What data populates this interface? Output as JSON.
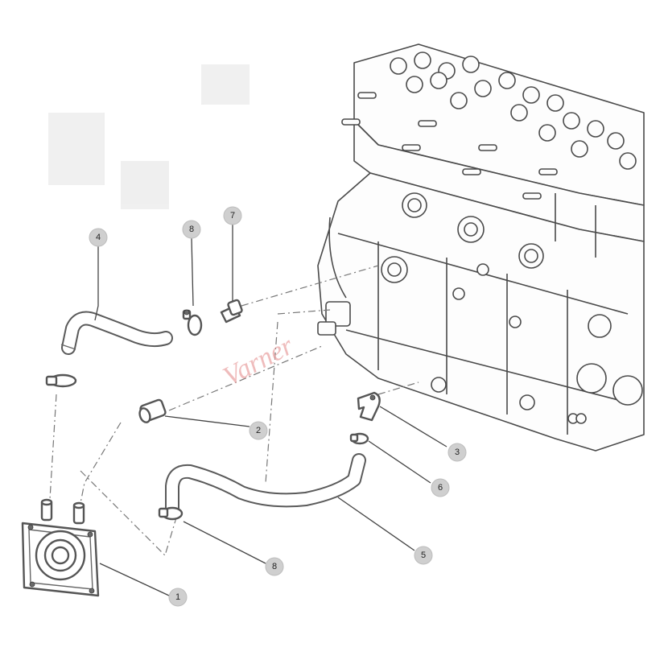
{
  "diagram": {
    "watermark": "Varner",
    "callouts": [
      {
        "id": "callout-4",
        "label": "4"
      },
      {
        "id": "callout-8-top",
        "label": "8"
      },
      {
        "id": "callout-7",
        "label": "7"
      },
      {
        "id": "callout-2",
        "label": "2"
      },
      {
        "id": "callout-3",
        "label": "3"
      },
      {
        "id": "callout-6",
        "label": "6"
      },
      {
        "id": "callout-5",
        "label": "5"
      },
      {
        "id": "callout-8-bottom",
        "label": "8"
      },
      {
        "id": "callout-1",
        "label": "1"
      }
    ],
    "parts": {
      "engine_block": "engine-block",
      "oil_cooler": "oil-cooler",
      "upper_hose": "coolant-hose-upper",
      "lower_hose": "coolant-hose-lower",
      "hose_clamps": "hose-clamp",
      "hose_fittings": "hose-fitting"
    },
    "colors": {
      "line": "#555555",
      "callout_fill": "#cfcfcf",
      "watermark": "#e9a0a0"
    }
  }
}
